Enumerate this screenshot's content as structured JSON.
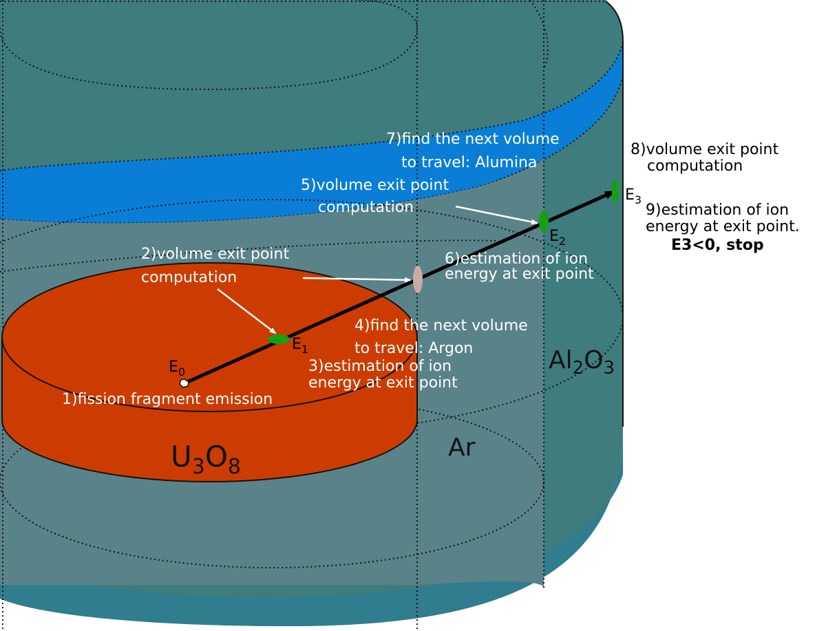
{
  "colors": {
    "background": "#ffffff",
    "alumina_side": "#3e7c7e",
    "alumina_band": "#0a7ed6",
    "argon": "#5a8289",
    "u3o8": "#cc3c00",
    "marker_green": "#14a014",
    "marker_tan": "#c8aca2"
  },
  "materials": {
    "u3o8": {
      "base": "U",
      "sub1": "3",
      "mid": "O",
      "sub2": "8"
    },
    "argon": "Ar",
    "alumina": {
      "base": "Al",
      "sub1": "2",
      "mid": "O",
      "sub2": "3"
    }
  },
  "energies": {
    "e0": {
      "base": "E",
      "sub": "0"
    },
    "e1": {
      "base": "E",
      "sub": "1"
    },
    "e2": {
      "base": "E",
      "sub": "2"
    },
    "e3": {
      "base": "E",
      "sub": "3"
    }
  },
  "steps": {
    "s1": "1)fission fragment emission",
    "s2": [
      "2)volume exit point",
      "computation"
    ],
    "s3": [
      "3)estimation of ion",
      "energy at exit point"
    ],
    "s4": [
      "4)find the next volume",
      "to travel: Argon"
    ],
    "s5": [
      "5)volume exit point",
      "computation"
    ],
    "s6": [
      "6)estimation of ion",
      "energy at exit point"
    ],
    "s7": [
      "7)find the next volume",
      "to travel: Alumina"
    ],
    "s8": [
      "8)volume exit point",
      "computation"
    ],
    "s9": [
      "9)estimation of ion",
      "energy at exit point."
    ],
    "stop": "E3<0, stop"
  }
}
